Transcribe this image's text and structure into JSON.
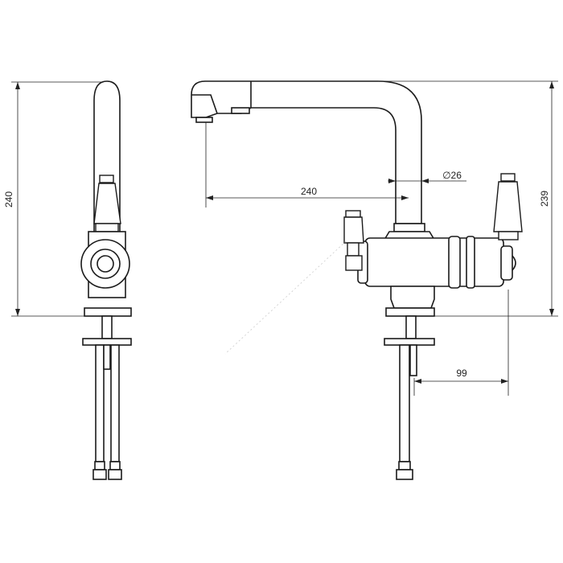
{
  "dimensions": {
    "left_height": "240",
    "spout_reach": "240",
    "pipe_diameter": "∅26",
    "right_height": "239",
    "tail_offset": "99"
  },
  "colors": {
    "line": "#1a1a1a",
    "background": "#ffffff"
  }
}
